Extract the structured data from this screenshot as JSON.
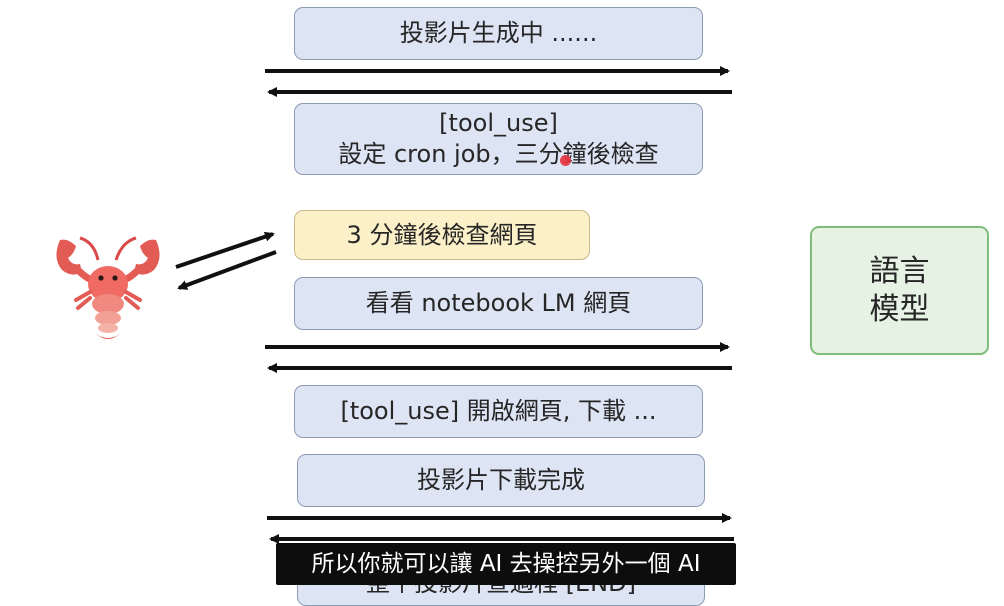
{
  "boxes": {
    "slides_generating": "投影片生成中 ......",
    "tool_use_1_line1": "[tool_use]",
    "tool_use_1_line2": "設定 cron job，三分鐘後檢查",
    "check_in_3min": "3 分鐘後檢查網頁",
    "view_notebook": "看看 notebook LM 網頁",
    "tool_use_2": "[tool_use] 開啟網頁, 下載 ...",
    "slides_downloaded": "投影片下載完成",
    "partial_bottom": "整个投影片查過程 [END]"
  },
  "language_model": {
    "line1": "語言",
    "line2": "模型"
  },
  "subtitle": "所以你就可以讓 AI 去操控另外一個 AI",
  "icons": {
    "agent": "lobster-icon",
    "cursor": "red-dot-cursor"
  },
  "colors": {
    "box_blue": "#dde4f3",
    "box_yellow": "#fcf0c8",
    "box_green": "#e6f2e4",
    "cursor_red": "#e8323f"
  }
}
